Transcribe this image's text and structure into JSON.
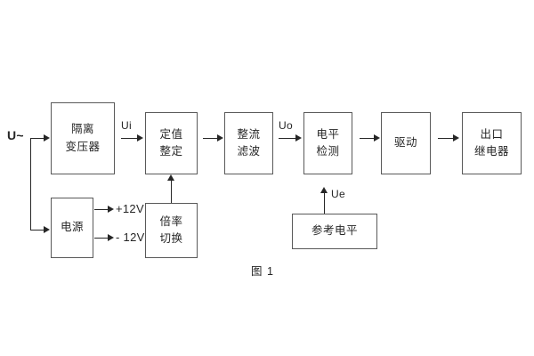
{
  "figure": {
    "caption": "图 1",
    "type": "block-diagram",
    "background_color": "#ffffff",
    "box_border_color": "#595959",
    "line_color": "#262626",
    "text_color": "#262626"
  },
  "blocks": {
    "isolation_transformer": {
      "line1": "隔离",
      "line2": "变压器"
    },
    "setting_adjust": {
      "line1": "定值",
      "line2": "整定"
    },
    "rectify_filter": {
      "line1": "整流",
      "line2": "滤波"
    },
    "level_detect": {
      "line1": "电平",
      "line2": "检测"
    },
    "drive": {
      "line1": "驱动",
      "line2": ""
    },
    "output_relay": {
      "line1": "出口",
      "line2": "继电器"
    },
    "power_supply": {
      "line1": "电源",
      "line2": ""
    },
    "multiplier_switch": {
      "line1": "倍率",
      "line2": "切换"
    },
    "reference_level": {
      "line1": "参考电平",
      "line2": ""
    }
  },
  "signals": {
    "input_source": "U~",
    "ui": "Ui",
    "uo": "Uo",
    "ue": "Ue",
    "rail_positive": "+12V",
    "rail_negative": "- 12V"
  }
}
